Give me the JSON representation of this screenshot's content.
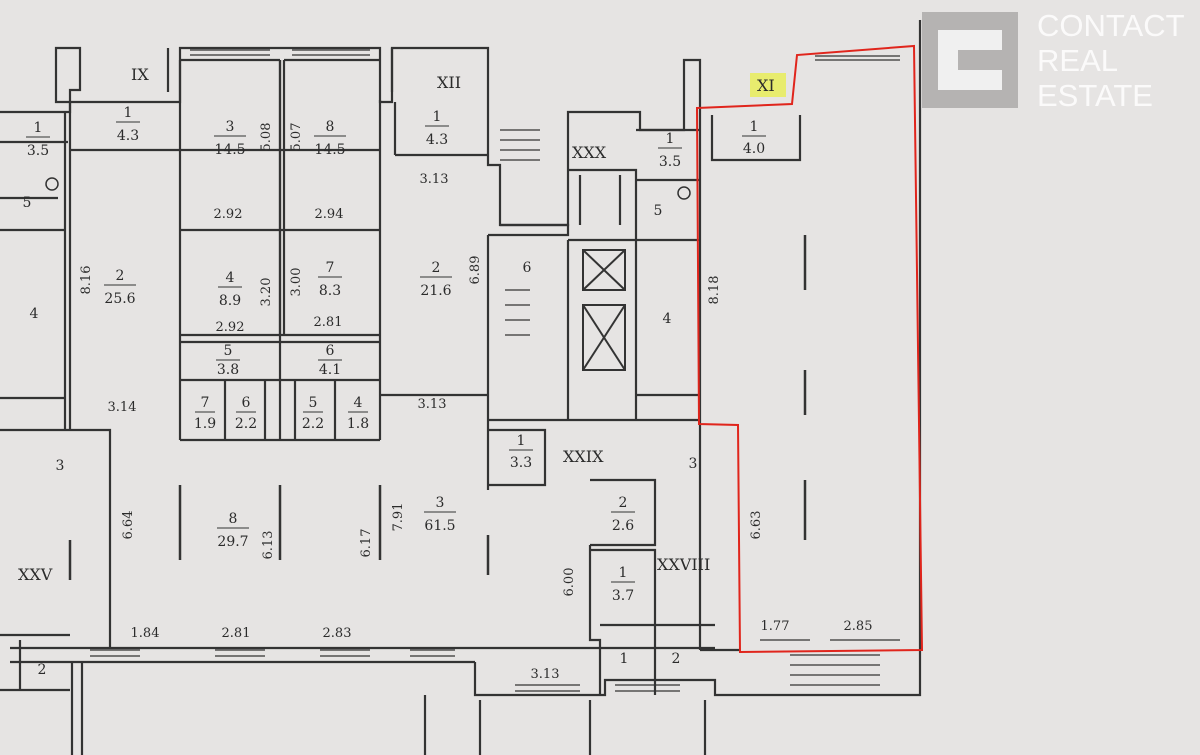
{
  "logo": {
    "line1": "CONTACT",
    "line2": "REAL",
    "line3": "ESTATE"
  },
  "colors": {
    "paper": "#e6e4e3",
    "wall": "#333333",
    "highlight": "#e0251c",
    "tag_bg": "#e8ec6e"
  },
  "sections": {
    "ix": "IX",
    "xii": "XII",
    "xi": "XI",
    "xxx": "XXX",
    "xxix": "XXIX",
    "xxviii": "XXVIII",
    "xxv": "XXV"
  },
  "rooms": [
    {
      "num": "1",
      "area": "3.5"
    },
    {
      "num": "1",
      "area": "4.3"
    },
    {
      "num": "3",
      "area": "14.5"
    },
    {
      "num": "8",
      "area": "14.5"
    },
    {
      "num": "1",
      "area": "4.3"
    },
    {
      "num": "1",
      "area": "3.5"
    },
    {
      "num": "1",
      "area": "4.0"
    },
    {
      "num": "2",
      "area": "25.6"
    },
    {
      "num": "4",
      "area": "8.9"
    },
    {
      "num": "7",
      "area": "8.3"
    },
    {
      "num": "2",
      "area": "21.6"
    },
    {
      "num": "5",
      "area": "3.8"
    },
    {
      "num": "6",
      "area": "4.1"
    },
    {
      "num": "7",
      "area": "1.9"
    },
    {
      "num": "6",
      "area": "2.2"
    },
    {
      "num": "5",
      "area": "2.2"
    },
    {
      "num": "4",
      "area": "1.8"
    },
    {
      "num": "1",
      "area": "3.3"
    },
    {
      "num": "8",
      "area": "29.7"
    },
    {
      "num": "3",
      "area": "61.5"
    },
    {
      "num": "2",
      "area": "2.6"
    },
    {
      "num": "1",
      "area": "3.7"
    }
  ],
  "room_numbers": [
    "5",
    "4",
    "6",
    "4",
    "5",
    "3",
    "3",
    "2",
    "1",
    "2"
  ],
  "dimensions": [
    "5.08",
    "5.07",
    "3.13",
    "2.92",
    "2.94",
    "8.16",
    "3.20",
    "3.00",
    "6.89",
    "2.92",
    "2.81",
    "3.14",
    "3.13",
    "8.18",
    "6.64",
    "6.13",
    "6.17",
    "7.91",
    "6.00",
    "6.63",
    "1.84",
    "2.81",
    "2.83",
    "3.13",
    "1.77",
    "2.85"
  ]
}
